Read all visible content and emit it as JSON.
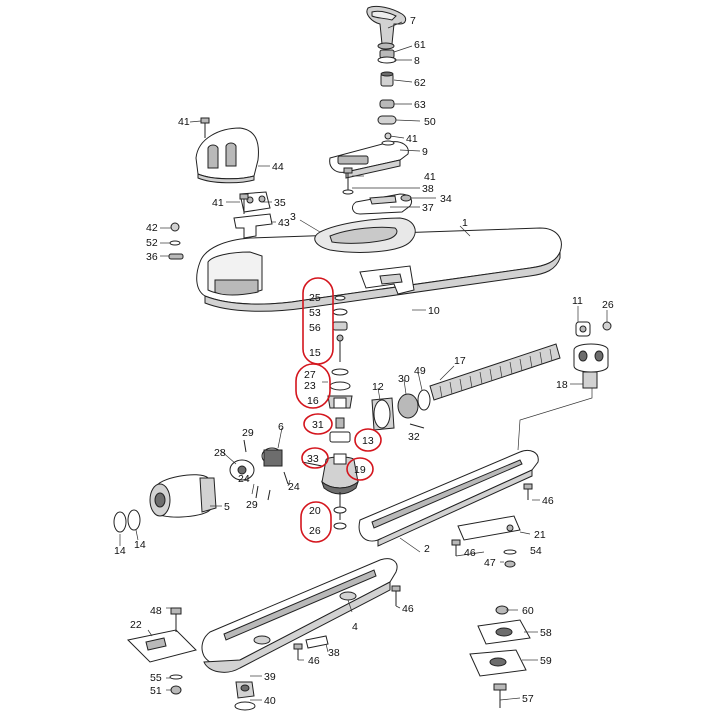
{
  "diagram": {
    "highlight_color": "#d4151d",
    "labels": {
      "p1": "1",
      "p2": "2",
      "p3": "3",
      "p4": "4",
      "p5": "5",
      "p6": "6",
      "p7": "7",
      "p8": "8",
      "p9": "9",
      "p10": "10",
      "p11": "11",
      "p12": "12",
      "p13": "13",
      "p14a": "14",
      "p14b": "14",
      "p15": "15",
      "p16": "16",
      "p17": "17",
      "p18": "18",
      "p19": "19",
      "p20": "20",
      "p21": "21",
      "p22": "22",
      "p23": "23",
      "p24a": "24",
      "p24b": "24",
      "p25": "25",
      "p26a": "26",
      "p26b": "26",
      "p27": "27",
      "p28": "28",
      "p29a": "29",
      "p29b": "29",
      "p30": "30",
      "p31": "31",
      "p32": "32",
      "p33": "33",
      "p34": "34",
      "p35": "35",
      "p36": "36",
      "p37": "37",
      "p38a": "38",
      "p38b": "38",
      "p39": "39",
      "p40": "40",
      "p41a": "41",
      "p41b": "41",
      "p41c": "41",
      "p41d": "41",
      "p42": "42",
      "p43": "43",
      "p44": "44",
      "p46a": "46",
      "p46b": "46",
      "p46c": "46",
      "p46d": "46",
      "p47": "47",
      "p48": "48",
      "p49": "49",
      "p50": "50",
      "p51": "51",
      "p52": "52",
      "p53": "53",
      "p54": "54",
      "p55": "55",
      "p56": "56",
      "p57": "57",
      "p58": "58",
      "p59": "59",
      "p60": "60",
      "p61": "61",
      "p62": "62",
      "p63": "63"
    },
    "circled_parts": [
      "25",
      "53",
      "56",
      "15",
      "27",
      "23",
      "16",
      "31",
      "13",
      "33",
      "19",
      "20",
      "26"
    ]
  }
}
